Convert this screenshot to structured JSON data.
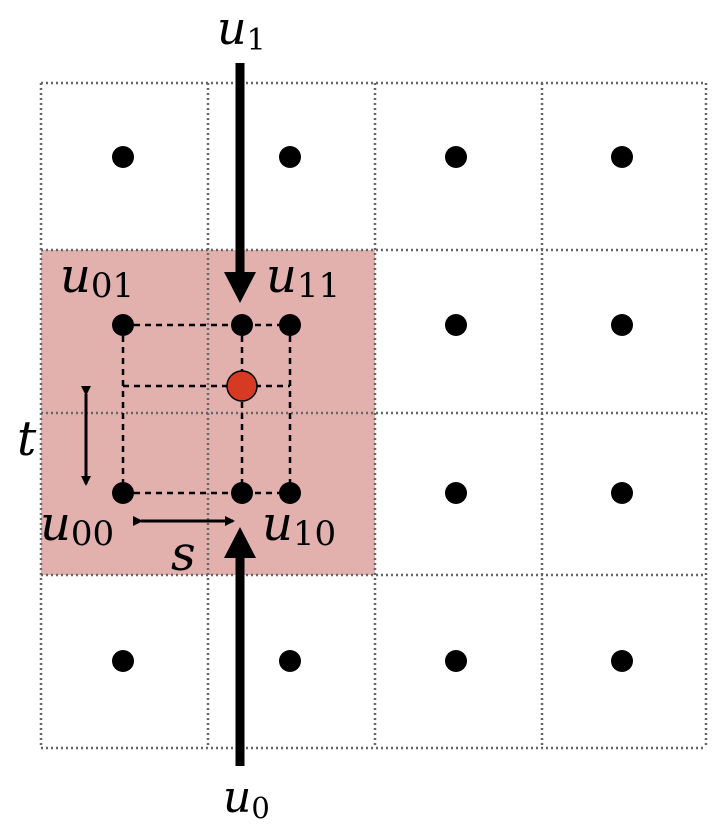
{
  "labels": {
    "u1": {
      "base": "u",
      "sub": "1"
    },
    "u0": {
      "base": "u",
      "sub": "0"
    },
    "u01": {
      "base": "u",
      "sub": "01"
    },
    "u11": {
      "base": "u",
      "sub": "11"
    },
    "u00": {
      "base": "u",
      "sub": "00"
    },
    "u10": {
      "base": "u",
      "sub": "10"
    },
    "t": "t",
    "s": "s"
  },
  "colors": {
    "highlight": "#e2b0ad",
    "sample_point": "#d63a22",
    "grid": "#666666",
    "ink": "#000000"
  },
  "grid": {
    "columns": 4,
    "rows": 4
  }
}
